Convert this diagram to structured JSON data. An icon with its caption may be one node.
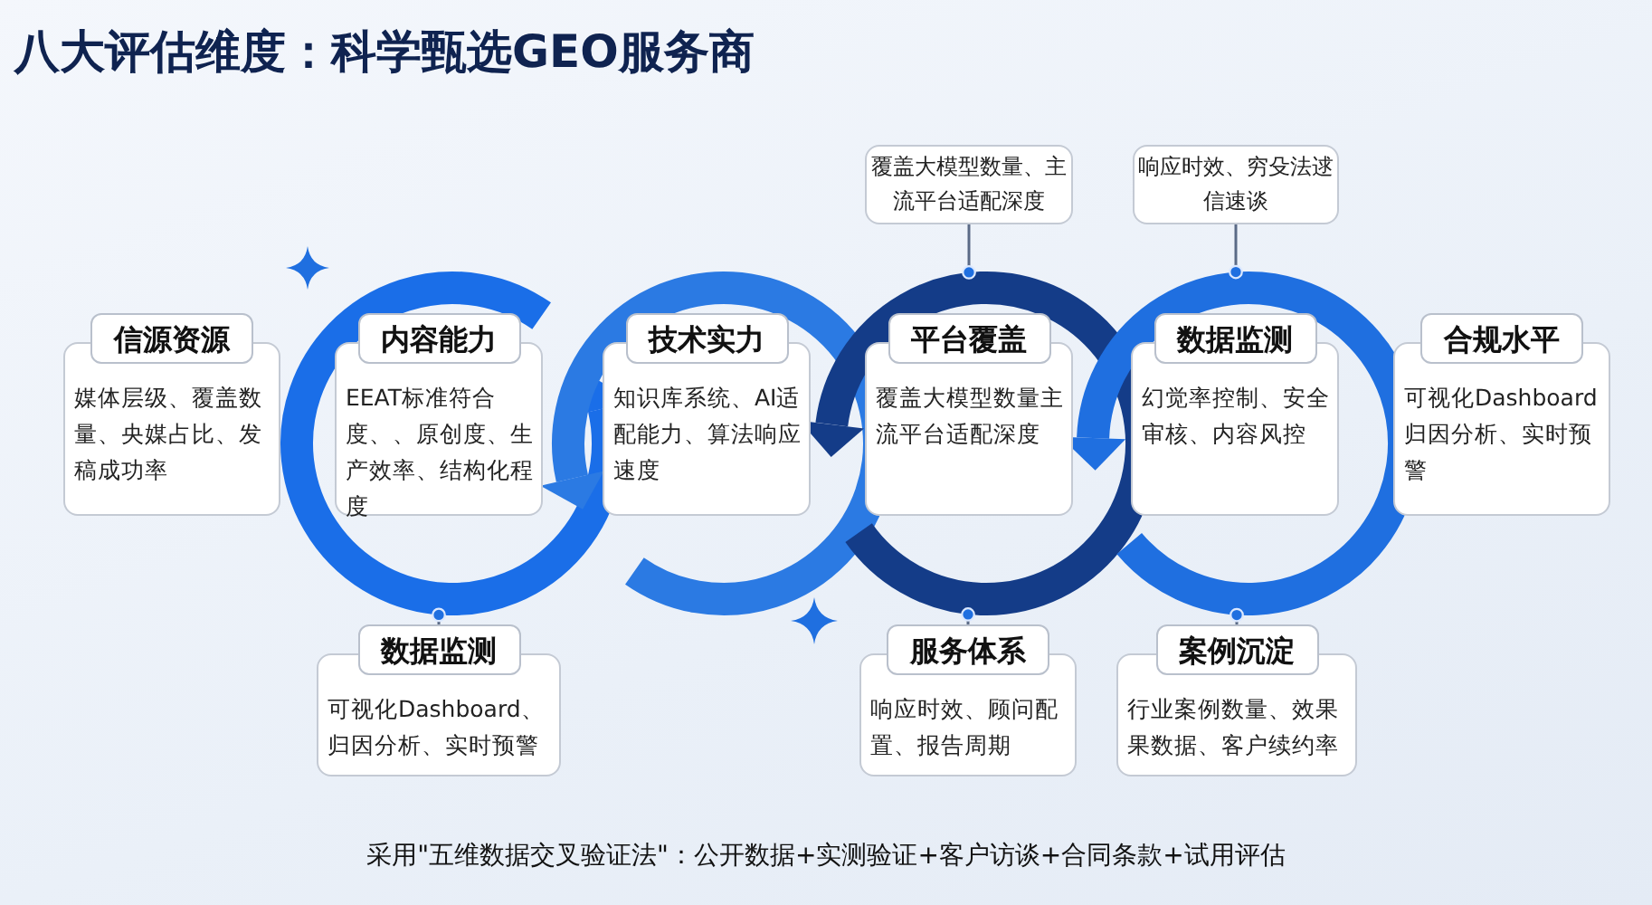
{
  "diagram": {
    "title": "八大评估维度：科学甄选GEO服务商",
    "nodes": [
      {
        "text": [
          "信源资源",
          "媒体层级、覆盖数量、央媒占比、发稿成功率"
        ]
      },
      {
        "text": [],
        "shape": "circle"
      },
      {
        "text": [
          "内容能力",
          "EEAT标准符合度、、原创度、生产效率、结构化程度"
        ],
        "in": 1
      },
      {
        "text": [],
        "shape": "circle"
      },
      {
        "text": [
          "技术实力",
          "知识库系统、AI适配能力、算法响应速度"
        ],
        "in": 3
      },
      {
        "text": [
          "覆盖大模型数量、主流平台适配深度"
        ]
      },
      {
        "text": [],
        "shape": "circle"
      },
      {
        "text": [
          "平台覆盖",
          "覆盖大模型数量主流平台适配深度"
        ],
        "in": 6
      },
      {
        "text": [
          "响应时效、穷殳法逑信速谈"
        ]
      },
      {
        "text": [],
        "shape": "circle"
      },
      {
        "text": [
          "数据监测",
          "幻觉率控制、安全审核、内容风控"
        ],
        "in": 9
      },
      {
        "text": [
          "合规水平",
          "可视化Dashboard归因分析、实时预警"
        ]
      },
      {
        "text": [
          "数据监测",
          "可视化Dashboard、归因分析、实时预警"
        ]
      },
      {
        "text": [
          "服务体系",
          "响应时效、顾问配置、报告周期"
        ]
      },
      {
        "text": [
          "案例沉淀",
          "行业案例数量、效果果数据、客户续约率"
        ]
      }
    ],
    "edges": [
      {
        "from": 5,
        "to": 6,
        "arrow": "other"
      },
      {
        "from": 8,
        "to": 9,
        "arrow": "other"
      },
      {
        "from": 12,
        "to": 1,
        "arrow": "other"
      },
      {
        "from": 13,
        "to": 6,
        "arrow": "other"
      },
      {
        "from": 14,
        "to": 9,
        "arrow": "other"
      }
    ],
    "caption": "采用\"五维数据交叉验证法\"：公开数据+实测验证+客户访谈+合同条款+试用评估"
  }
}
